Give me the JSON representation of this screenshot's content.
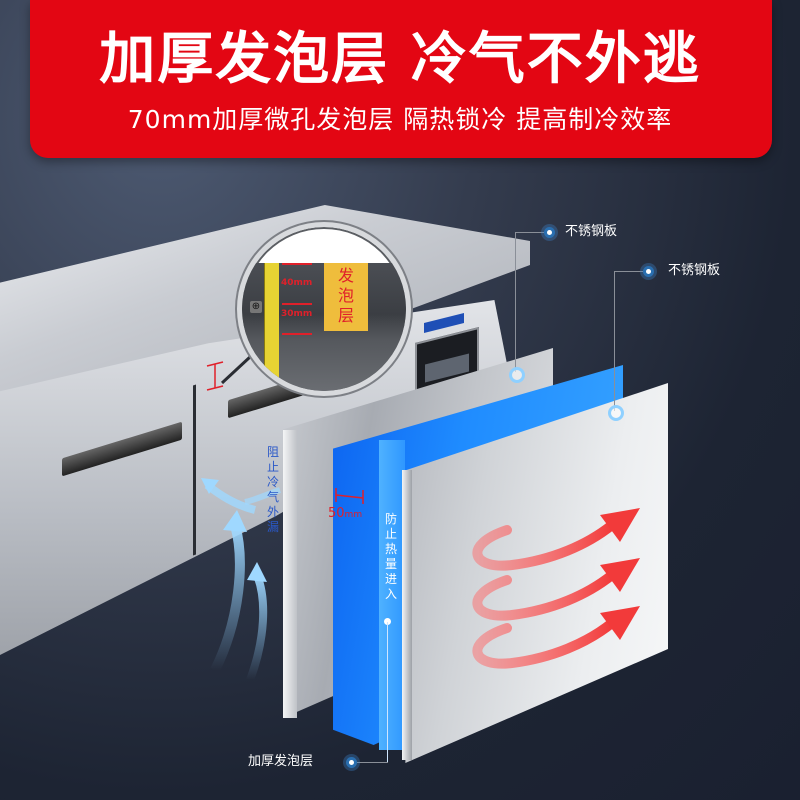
{
  "banner": {
    "title": "加厚发泡层 冷气不外逃",
    "subtitle": "70mm加厚微孔发泡层 隔热锁冷 提高制冷效率",
    "color": "#e30613"
  },
  "magnifier": {
    "dim_top": "40mm",
    "dim_bottom": "30mm",
    "foam_tag": "发泡层"
  },
  "callouts": {
    "steel_panel_1": "不锈钢板",
    "steel_panel_2": "不锈钢板",
    "foam_layer": "加厚发泡层"
  },
  "annotations": {
    "cold_block": "阻止冷气外漏",
    "heat_block": "防止热量进入",
    "thickness": "50",
    "thickness_unit": "mm"
  },
  "colors": {
    "accent_red": "#e30613",
    "foam_blue": "#1f8cff",
    "background": "#1d2433"
  }
}
